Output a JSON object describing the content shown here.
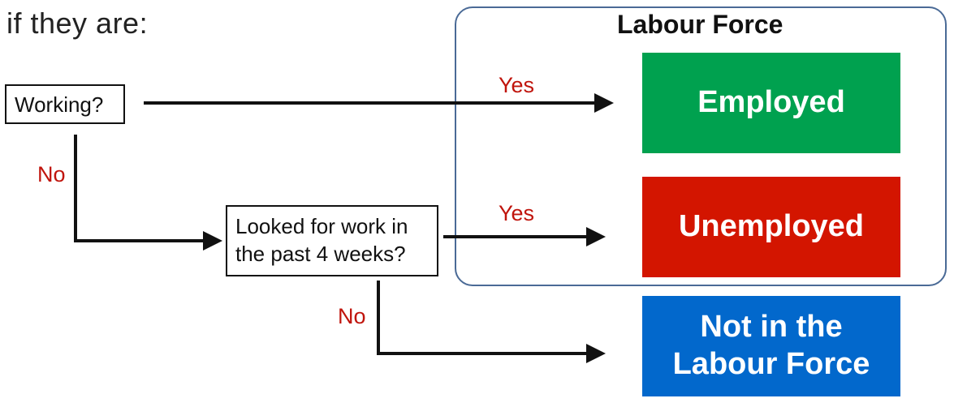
{
  "intro_text": "if they are:",
  "labour_force_title": "Labour Force",
  "questions": {
    "working": "Working?",
    "looked_line1": "Looked for work in",
    "looked_line2": "the past 4 weeks?"
  },
  "edge_labels": {
    "working_yes": "Yes",
    "working_no": "No",
    "looked_yes": "Yes",
    "looked_no": "No"
  },
  "outcomes": {
    "employed": "Employed",
    "unemployed": "Unemployed",
    "not_in_lf_line1": "Not in the",
    "not_in_lf_line2": "Labour Force"
  },
  "colors": {
    "employed": "#00a14f",
    "unemployed": "#d31500",
    "not_in_labour_force": "#0268cc",
    "edge_label": "#c0140c",
    "labour_force_border": "#4a6a96"
  }
}
